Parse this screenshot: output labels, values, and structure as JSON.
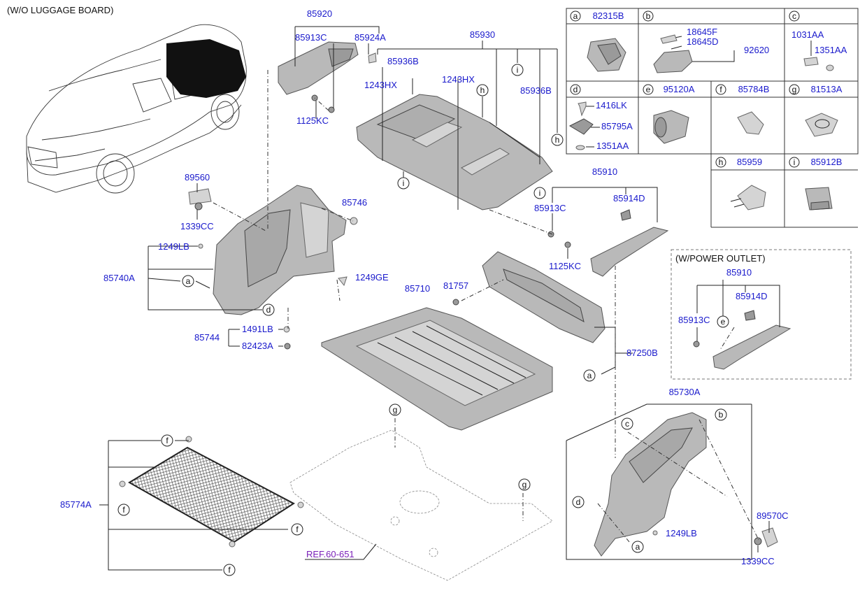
{
  "variant_label": "(W/O LUGGAGE BOARD)",
  "power_outlet_label": "(W/POWER OUTLET)",
  "reference_label": "REF.60-651",
  "part_labels": {
    "p85920": "85920",
    "p85913C_top": "85913C",
    "p85924A": "85924A",
    "p1125KC_top": "1125KC",
    "p85930": "85930",
    "p85936B_left": "85936B",
    "p1243HX_left": "1243HX",
    "p1243HX_right": "1243HX",
    "p85936B_right": "85936B",
    "p89560": "89560",
    "p1339CC_left": "1339CC",
    "p85746": "85746",
    "p1249LB_left": "1249LB",
    "p85740A": "85740A",
    "p1249GE": "1249GE",
    "p1491LB": "1491LB",
    "p85744": "85744",
    "p82423A": "82423A",
    "p85710": "85710",
    "p81757": "81757",
    "p85910": "85910",
    "p85913C_mid": "85913C",
    "p85914D": "85914D",
    "p1125KC_mid": "1125KC",
    "p87250B": "87250B",
    "p85730A": "85730A",
    "p1249LB_right": "1249LB",
    "p89570C": "89570C",
    "p1339CC_right": "1339CC",
    "p85774A": "85774A",
    "p85910_po": "85910",
    "p85913C_po": "85913C",
    "p85914D_po": "85914D"
  },
  "callout_letters": {
    "a": "a",
    "b": "b",
    "c": "c",
    "d": "d",
    "e": "e",
    "f": "f",
    "g": "g",
    "h": "h",
    "i": "i"
  },
  "legend": {
    "cells": [
      {
        "letter": "a",
        "part": "82315B"
      },
      {
        "letter": "b",
        "part": ""
      },
      {
        "letter": "c",
        "part": ""
      },
      {
        "letter": "d",
        "part": ""
      },
      {
        "letter": "e",
        "part": "95120A"
      },
      {
        "letter": "f",
        "part": "85784B"
      },
      {
        "letter": "g",
        "part": "81513A"
      },
      {
        "letter": "h",
        "part": "85959"
      },
      {
        "letter": "i",
        "part": "85912B"
      }
    ],
    "b_parts": [
      "18645F",
      "18645D",
      "92620"
    ],
    "c_parts": [
      "1031AA",
      "1351AA"
    ],
    "d_parts": [
      "1416LK",
      "85795A",
      "1351AA"
    ]
  }
}
